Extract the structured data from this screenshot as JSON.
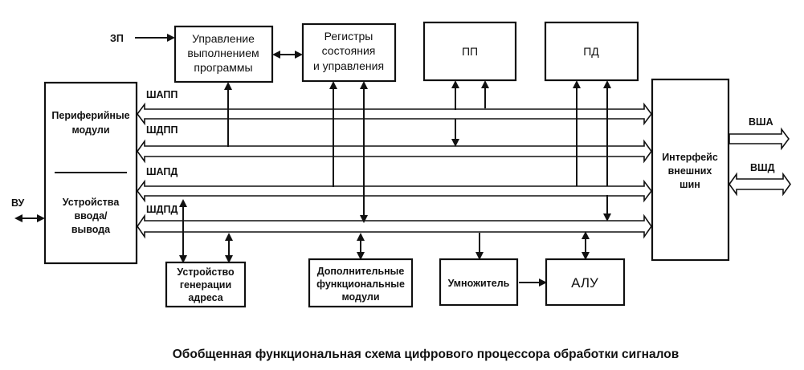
{
  "caption": "Обобщенная функциональная схема цифрового процессора обработки сигналов",
  "inputs": {
    "zp": "ЗП",
    "vu": "ВУ"
  },
  "blocks": {
    "program_control": [
      "Управление",
      "выполнением",
      "программы"
    ],
    "registers": [
      "Регистры",
      "состояния",
      "и управления"
    ],
    "pp": "ПП",
    "pd": "ПД",
    "peripheral": [
      "Периферийные",
      "модули"
    ],
    "io": [
      "Устройства",
      "ввода/",
      "вывода"
    ],
    "bus_interface": [
      "Интерфейс",
      "внешних",
      "шин"
    ],
    "address_gen": [
      "Устройство",
      "генерации",
      "адреса"
    ],
    "extra_modules": [
      "Дополнительные",
      "функциональные",
      "модули"
    ],
    "multiplier": "Умножитель",
    "alu": "АЛУ"
  },
  "buses": {
    "shapp": "ШАПП",
    "shdpp": "ШДПП",
    "shapd": "ШАПД",
    "shdpd": "ШДПД",
    "vsha": "ВША",
    "vshd": "ВШД"
  }
}
